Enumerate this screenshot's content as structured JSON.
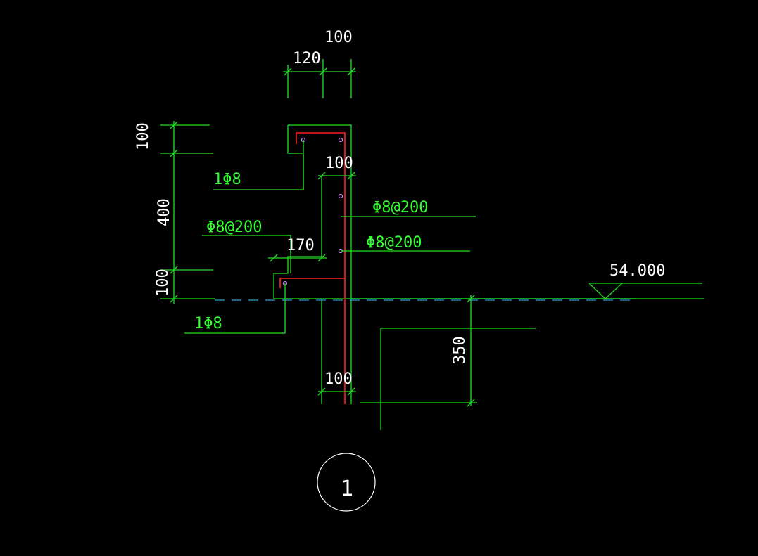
{
  "drawing": {
    "dimensions": {
      "top_total": "100",
      "top_left": "120",
      "left_top": "100",
      "left_mid": "400",
      "left_bottom": "100",
      "inner_width_top": "100",
      "step_width": "170",
      "bottom_width": "100",
      "right_depth": "350"
    },
    "rebar_labels": {
      "top_bar": "1Φ8",
      "bottom_bar": "1Φ8",
      "left_distribution": "Φ8@200",
      "right_upper": "Φ8@200",
      "right_lower": "Φ8@200"
    },
    "elevation": "54.000",
    "detail_number": "1"
  },
  "colors": {
    "background": "#000000",
    "concrete_outline": "#22dd22",
    "rebar": "#ff2020",
    "text": "#ffffff",
    "centerline": "#3399cc"
  }
}
